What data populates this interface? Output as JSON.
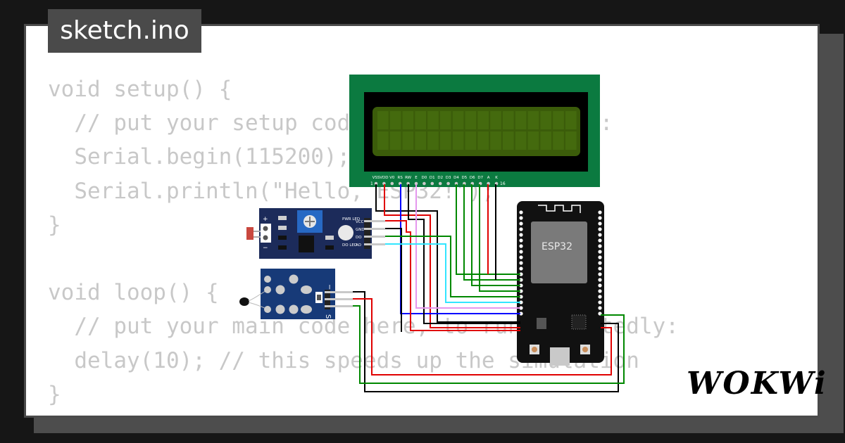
{
  "file_tab": {
    "label": "sketch.ino"
  },
  "code_lines": [
    "void setup() {",
    "  // put your setup code here, to run once:",
    "  Serial.begin(115200);",
    "  Serial.println(\"Hello, ESP32!\");",
    "}",
    "",
    "void loop() {",
    "  // put your main code here, to run repeatedly:",
    "  delay(10); // this speeds up the simulation",
    "}"
  ],
  "lcd": {
    "pin_labels": [
      "VSS",
      "VDD",
      "V0",
      "RS",
      "RW",
      "E",
      "D0",
      "D1",
      "D2",
      "D3",
      "D4",
      "D5",
      "D6",
      "D7",
      "A",
      "K"
    ],
    "pin_first": "1",
    "pin_last": "16"
  },
  "ldr_module": {
    "pin_labels": [
      "VCC",
      "GND",
      "DO",
      "AO"
    ],
    "led_labels": [
      "PWR LED",
      "DO LED"
    ],
    "polarity": [
      "+",
      "−"
    ]
  },
  "temp_module": {
    "pin_labels": [
      "−",
      "S"
    ]
  },
  "esp32": {
    "label": "ESP32"
  },
  "brand": {
    "logo": "WOKWi"
  },
  "colors": {
    "lcd_board": "#0b7a40",
    "lcd_screen": "#3b5c0a",
    "module_board": "#1c2b5a",
    "temp_board": "#173a78",
    "esp32_board": "#111111",
    "wire_red": "#e00000",
    "wire_green": "#008800",
    "wire_black": "#000000",
    "wire_blue": "#0000ff",
    "wire_violet": "#e597ee",
    "wire_cyan": "#33e5ff"
  }
}
